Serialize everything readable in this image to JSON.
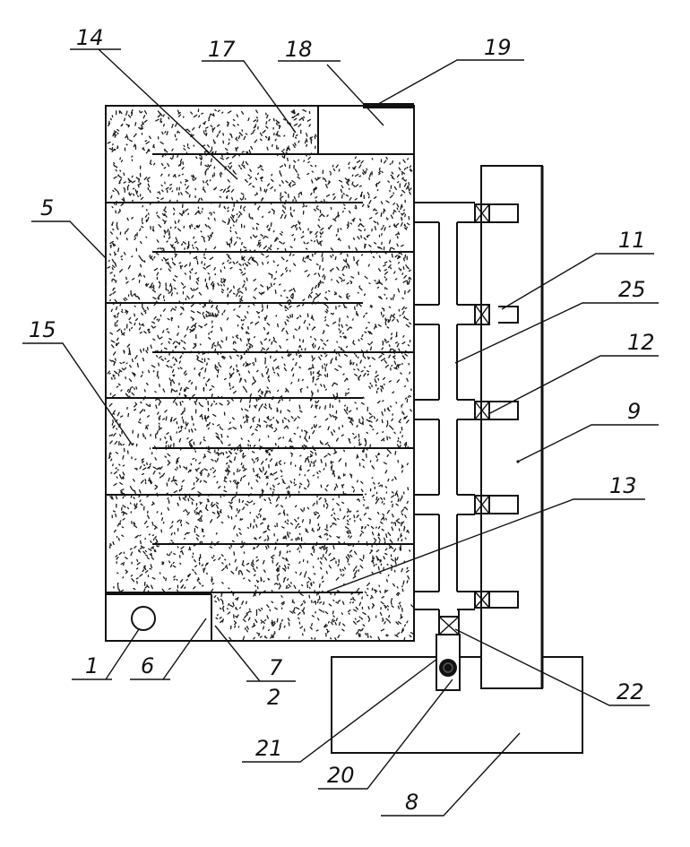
{
  "labels": {
    "l14": "14",
    "l17": "17",
    "l18": "18",
    "l19": "19",
    "l5": "5",
    "l11": "11",
    "l25": "25",
    "l12": "12",
    "l15": "15",
    "l9": "9",
    "l13": "13",
    "l1": "1",
    "l6": "6",
    "l7": "7",
    "l2": "2",
    "l22": "22",
    "l21": "21",
    "l20": "20",
    "l8": "8"
  },
  "colors": {
    "ink": "#111111",
    "paper": "#ffffff"
  }
}
